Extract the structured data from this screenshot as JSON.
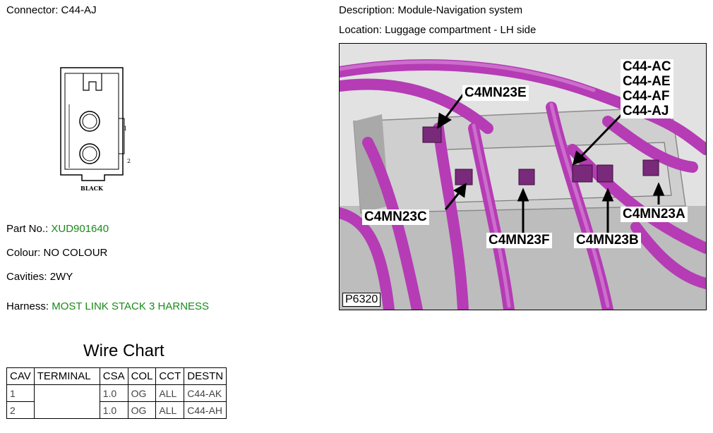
{
  "connector": {
    "label": "Connector:",
    "value": "C44-AJ"
  },
  "description": {
    "label": "Description:",
    "value": "Module-Navigation system"
  },
  "location": {
    "label": "Location:",
    "value": "Luggage compartment - LH side"
  },
  "connector_drawing": {
    "color_label": "BLACK",
    "pin_label_1": "1",
    "pin_label_2": "2"
  },
  "part_no": {
    "label": "Part No.:",
    "value": "XUD901640"
  },
  "colour": {
    "label": "Colour:",
    "value": "NO COLOUR"
  },
  "cavities": {
    "label": "Cavities:",
    "value": "2WY"
  },
  "harness": {
    "label": "Harness:",
    "value": "MOST LINK STACK 3 HARNESS"
  },
  "wire_chart": {
    "title": "Wire Chart",
    "headers": [
      "CAV",
      "TERMINAL",
      "CSA",
      "COL",
      "CCT",
      "DESTN"
    ],
    "rows": [
      {
        "cav": "1",
        "csa": "1.0",
        "col": "OG",
        "cct": "ALL",
        "destn": "C44-AK"
      },
      {
        "cav": "2",
        "csa": "1.0",
        "col": "OG",
        "cct": "ALL",
        "destn": "C44-AH"
      }
    ],
    "terminal": ""
  },
  "photo": {
    "ref": "P6320",
    "callout_stack": [
      "C44-AC",
      "C44-AE",
      "C44-AF",
      "C44-AJ"
    ],
    "callouts": {
      "e": "C4MN23E",
      "c": "C4MN23C",
      "f": "C4MN23F",
      "b": "C4MN23B",
      "a": "C4MN23A"
    }
  },
  "colors": {
    "green_link": "#1a8a1a",
    "harness": "#b53cb5"
  }
}
